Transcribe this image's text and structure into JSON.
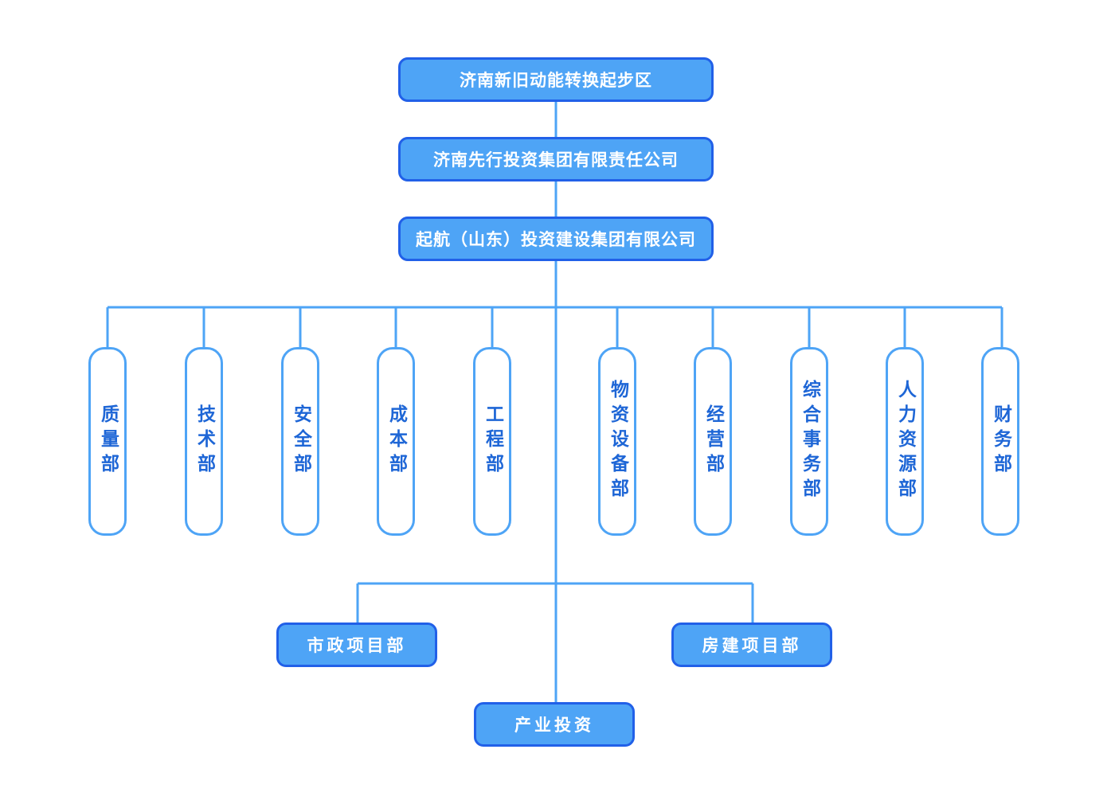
{
  "top": [
    "济南新旧动能转换起步区",
    "济南先行投资集团有限责任公司",
    "起航（山东）投资建设集团有限公司"
  ],
  "departments": [
    "质量部",
    "技术部",
    "安全部",
    "成本部",
    "工程部",
    "物资设备部",
    "经营部",
    "综合事务部",
    "人力资源部",
    "财务部"
  ],
  "projects": [
    "市政项目部",
    "房建项目部"
  ],
  "investment": "产业投资",
  "colors": {
    "box_fill": "#4ea4f6",
    "box_border": "#2160e8",
    "line": "#4ea4f6",
    "dept_text": "#1e66d6"
  }
}
